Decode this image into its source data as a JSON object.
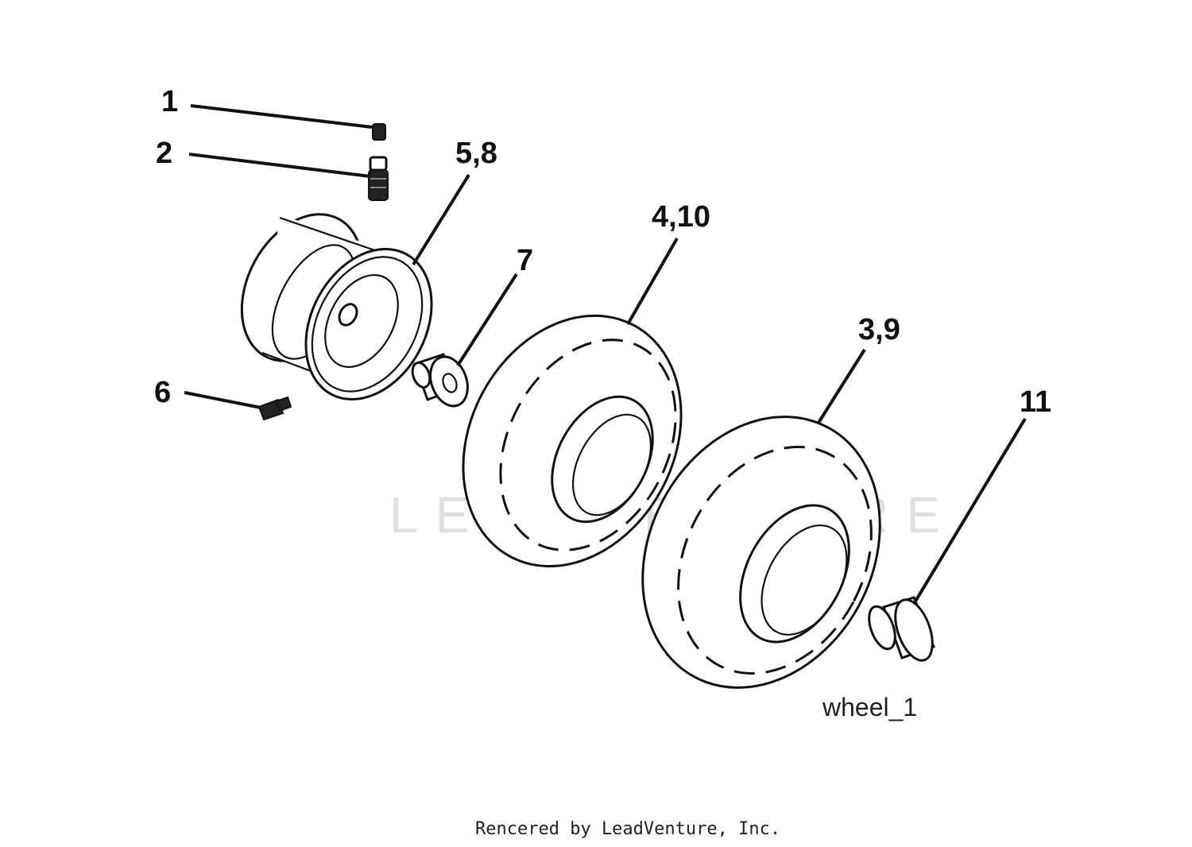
{
  "diagram": {
    "figure_id": "wheel_1",
    "footer": "Rencered by LeadVenture, Inc.",
    "watermark": "LEADVENTURE",
    "callouts": [
      {
        "id": "c1",
        "label": "1",
        "part": "valve-cap"
      },
      {
        "id": "c2",
        "label": "2",
        "part": "valve-stem"
      },
      {
        "id": "c58",
        "label": "5,8",
        "part": "wheel-rim"
      },
      {
        "id": "c6",
        "label": "6",
        "part": "grease-fitting"
      },
      {
        "id": "c7",
        "label": "7",
        "part": "bushing"
      },
      {
        "id": "c410",
        "label": "4,10",
        "part": "front-tire"
      },
      {
        "id": "c39",
        "label": "3,9",
        "part": "rear-tire"
      },
      {
        "id": "c11",
        "label": "11",
        "part": "axle-sleeve"
      }
    ]
  }
}
